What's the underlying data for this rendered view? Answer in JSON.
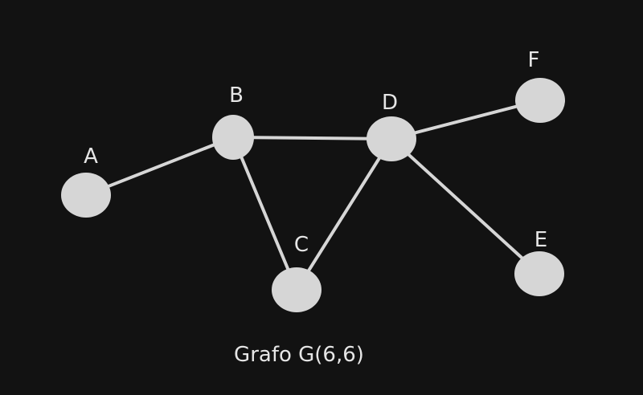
{
  "graph": {
    "caption": "Grafo G(6,6)",
    "node_color": "#d6d6d6",
    "edge_color": "#d6d6d6",
    "label_color": "#e6e6e6",
    "background": "#121212",
    "nodes": [
      {
        "id": "A",
        "label": "A"
      },
      {
        "id": "B",
        "label": "B"
      },
      {
        "id": "C",
        "label": "C"
      },
      {
        "id": "D",
        "label": "D"
      },
      {
        "id": "E",
        "label": "E"
      },
      {
        "id": "F",
        "label": "F"
      }
    ],
    "edges": [
      {
        "from": "A",
        "to": "B"
      },
      {
        "from": "B",
        "to": "D"
      },
      {
        "from": "B",
        "to": "C"
      },
      {
        "from": "C",
        "to": "D"
      },
      {
        "from": "D",
        "to": "F"
      },
      {
        "from": "D",
        "to": "E"
      }
    ]
  }
}
